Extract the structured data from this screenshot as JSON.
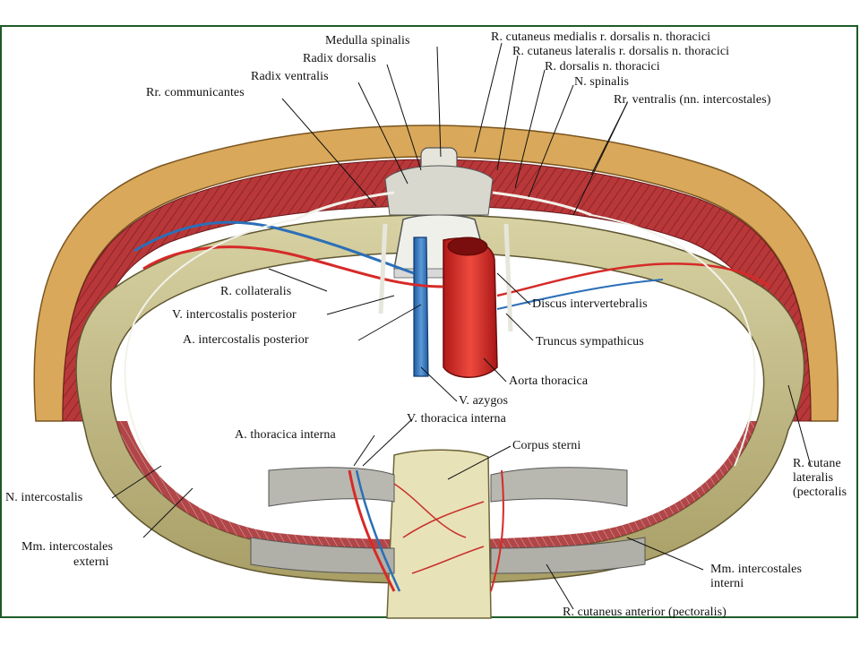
{
  "labels": {
    "medulla_spinalis": "Medulla spinalis",
    "radix_dorsalis": "Radix dorsalis",
    "radix_ventralis": "Radix ventralis",
    "rr_communicantes": "Rr. communicantes",
    "r_cutaneus_medialis": "R. cutaneus medialis r. dorsalis n. thoracici",
    "r_cutaneus_lateralis_dorsalis": "R. cutaneus lateralis r. dorsalis n. thoracici",
    "r_dorsalis": "R. dorsalis n. thoracici",
    "n_spinalis": "N. spinalis",
    "rr_ventralis": "Rr. ventralis (nn. intercostales)",
    "r_collateralis": "R. collateralis",
    "v_intercostalis_posterior": "V. intercostalis posterior",
    "a_intercostalis_posterior": "A. intercostalis posterior",
    "discus_intervertebralis": "Discus intervertebralis",
    "truncus_sympathicus": "Truncus sympathicus",
    "aorta_thoracica": "Aorta thoracica",
    "v_azygos": "V. azygos",
    "a_thoracica_interna": "A. thoracica interna",
    "v_thoracica_interna": "V. thoracica interna",
    "corpus_sterni": "Corpus sterni",
    "n_intercostalis": "N. intercostalis",
    "mm_intercostales_externi_1": "Mm. intercostales",
    "mm_intercostales_externi_2": "externi",
    "r_cutaneus_lateralis_1": "R. cutane",
    "r_cutaneus_lateralis_2": "lateralis",
    "r_cutaneus_lateralis_3": "(pectoralis",
    "mm_intercostales_interni_1": "Mm. intercostales",
    "mm_intercostales_interni_2": "interni",
    "r_cutaneus_anterior": "R. cutaneus anterior (pectoralis)"
  },
  "colors": {
    "frame": "#1e5a2a",
    "muscle": "#b8383a",
    "skin": "#d9a85a",
    "rib": "#c9c08a",
    "artery": "#d62a28",
    "vein": "#2b6fb8",
    "nerve": "#e8e8e0"
  }
}
